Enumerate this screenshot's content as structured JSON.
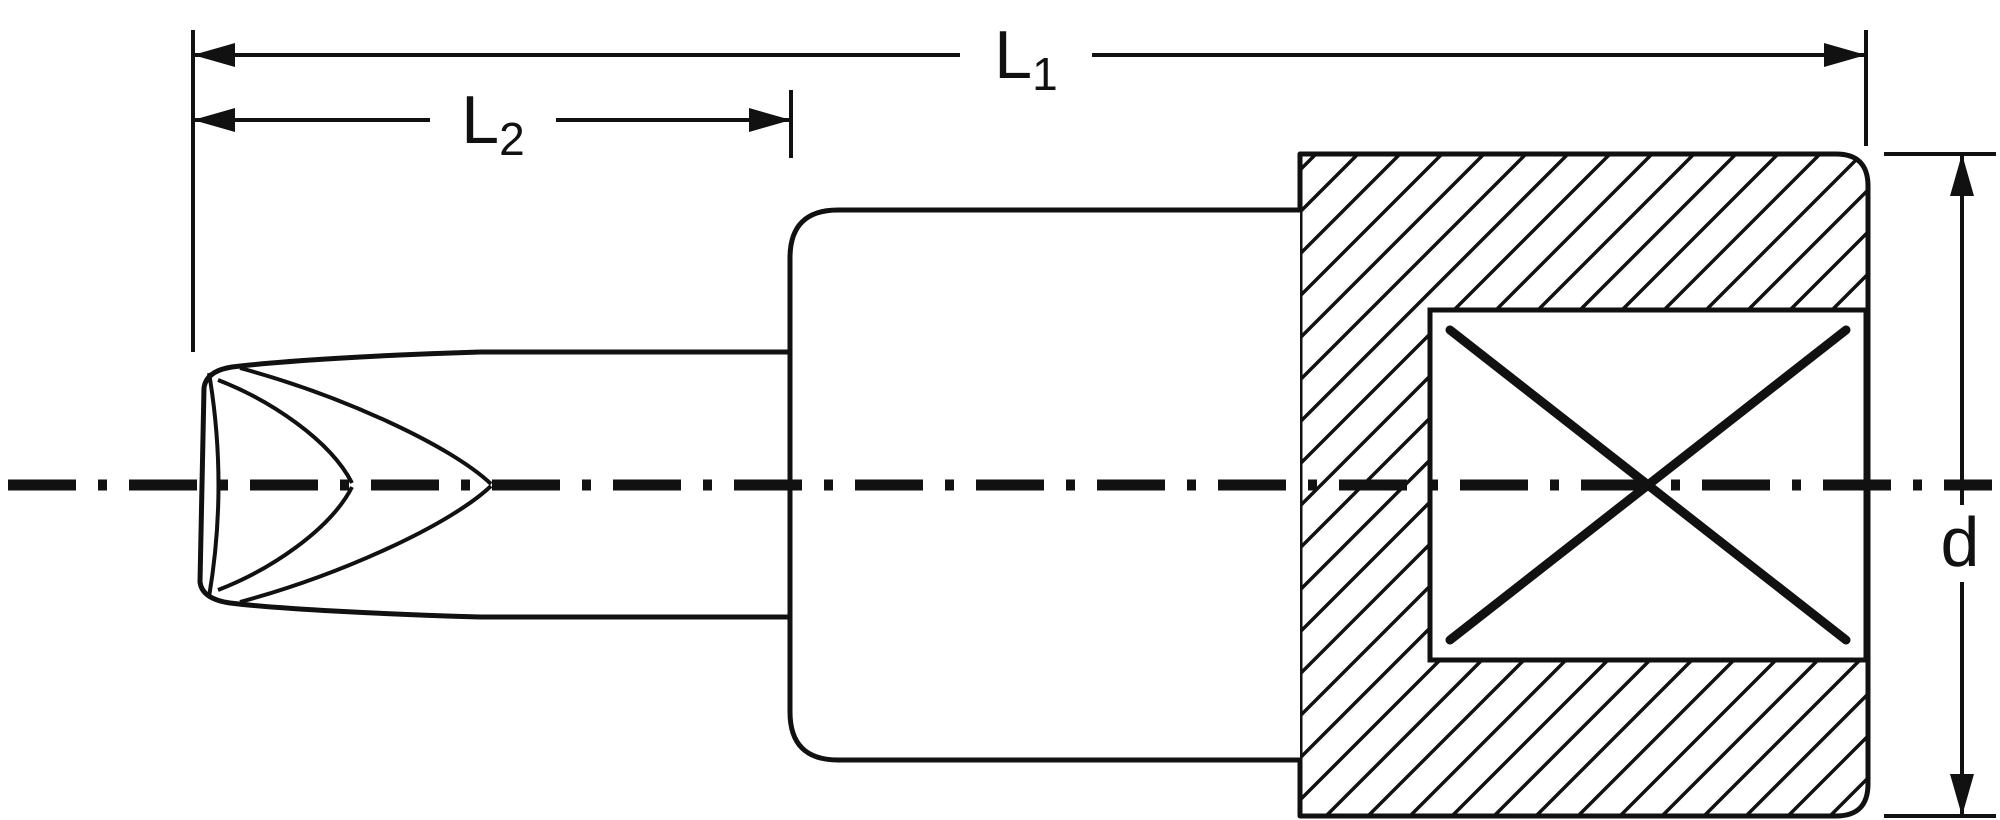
{
  "canvas": {
    "background": "#ffffff",
    "ink": "#111111"
  },
  "labels": {
    "l1": {
      "main": "L",
      "sub": "1"
    },
    "l2": {
      "main": "L",
      "sub": "2"
    },
    "d": {
      "label": "d"
    }
  }
}
